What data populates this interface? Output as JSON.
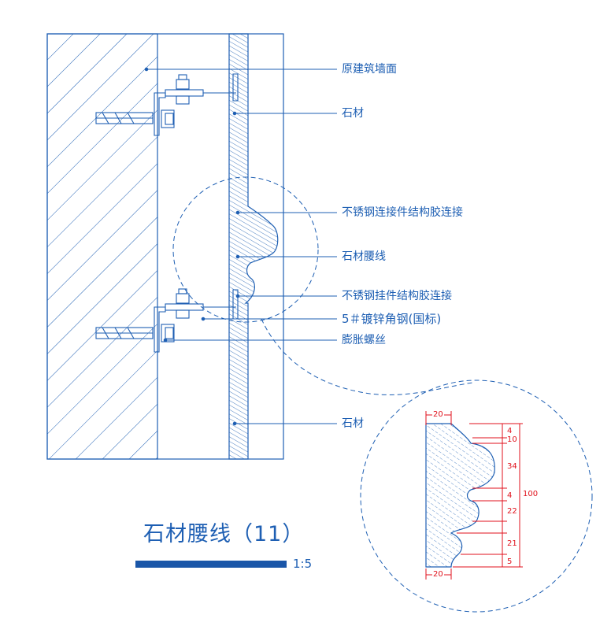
{
  "colors": {
    "line": "#1e5fb3",
    "dim": "#e0121c",
    "bar": "#1a56a8",
    "background": "#ffffff"
  },
  "labels": {
    "wall_surface": "原建筑墙面",
    "stone_top": "石材",
    "steel_connector_glue": "不锈钢连接件结构胶连接",
    "stone_molding": "石材腰线",
    "steel_hanger_glue": "不锈钢挂件结构胶连接",
    "angle_steel": "5＃镀锌角钢(国标)",
    "expansion_bolt": "膨胀螺丝",
    "stone_bottom": "石材"
  },
  "title": {
    "text": "石材腰线（11）",
    "scale": "1:5"
  },
  "dimensions": {
    "top_width": "20",
    "bottom_width": "20",
    "d1": "4",
    "d2": "10",
    "d3": "34",
    "d4": "4",
    "d5": "22",
    "d6": "21",
    "d7": "5",
    "total": "100"
  }
}
